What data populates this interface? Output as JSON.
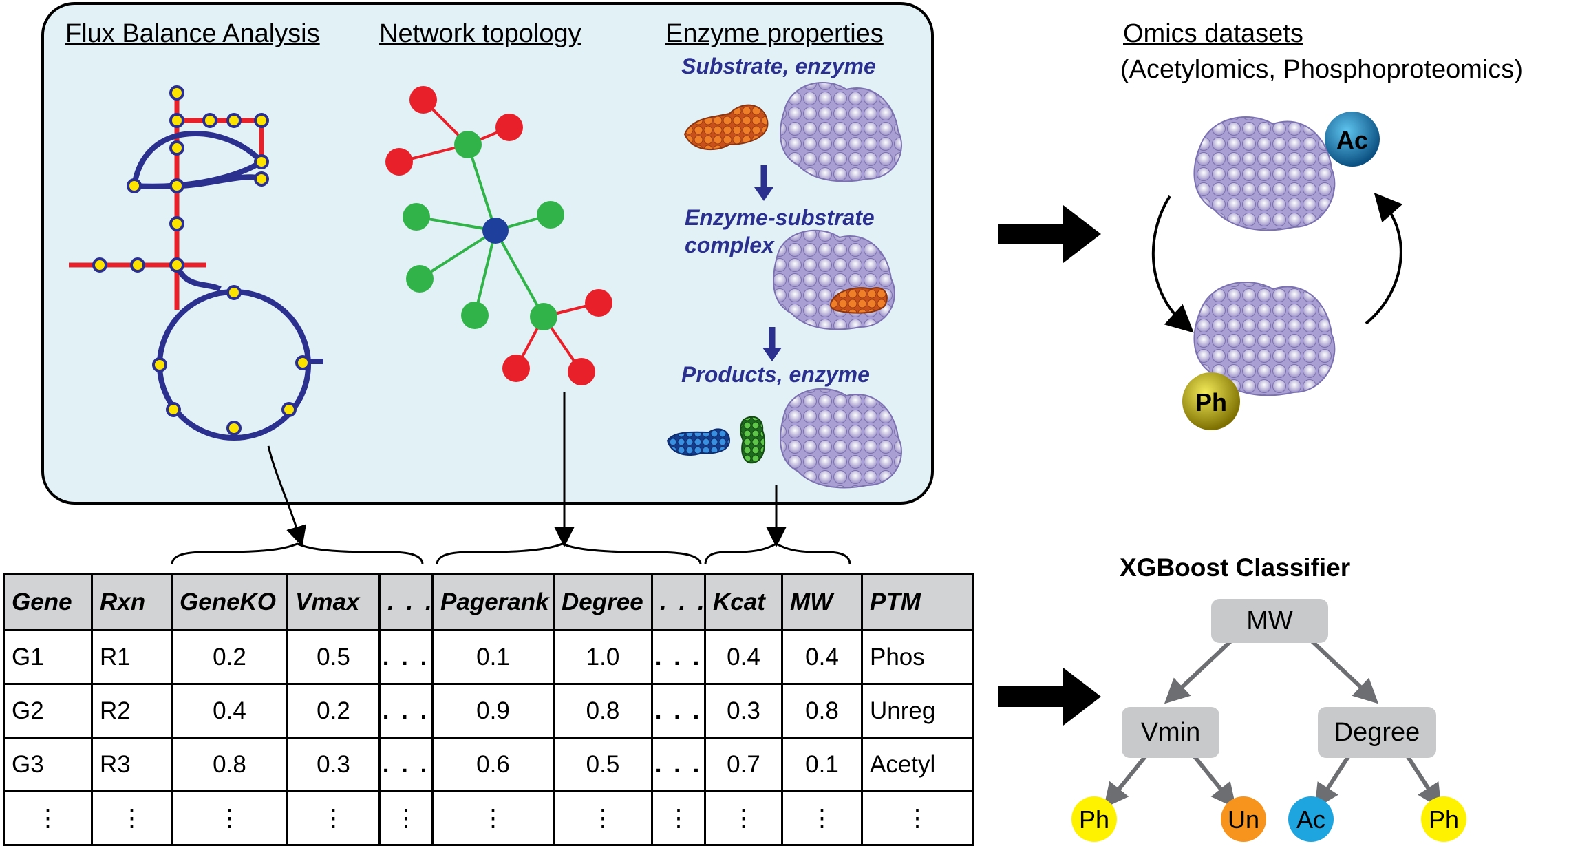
{
  "panel": {
    "headers": {
      "fba": "Flux Balance Analysis",
      "network": "Network topology",
      "enzyme": "Enzyme properties"
    },
    "enzyme_steps": {
      "step1": "Substrate, enzyme",
      "step2_line1": "Enzyme-substrate",
      "step2_line2": "complex",
      "step3": "Products, enzyme"
    }
  },
  "omics": {
    "title": "Omics datasets",
    "subtitle": "(Acetylomics, Phosphoproteomics)",
    "ac_label": "Ac",
    "ph_label": "Ph"
  },
  "table": {
    "headers": [
      "Gene",
      "Rxn",
      "GeneKO",
      "Vmax",
      ". . .",
      "Pagerank",
      "Degree",
      ". . .",
      "Kcat",
      "MW",
      "PTM"
    ],
    "rows": [
      [
        "G1",
        "R1",
        "0.2",
        "0.5",
        ". . .",
        "0.1",
        "1.0",
        ". . .",
        "0.4",
        "0.4",
        "Phos"
      ],
      [
        "G2",
        "R2",
        "0.4",
        "0.2",
        ". . .",
        "0.9",
        "0.8",
        ". . .",
        "0.3",
        "0.8",
        "Unreg"
      ],
      [
        "G3",
        "R3",
        "0.8",
        "0.3",
        ". . .",
        "0.6",
        "0.5",
        ". . .",
        "0.7",
        "0.1",
        "Acetyl"
      ],
      [
        "⋮",
        "⋮",
        "⋮",
        "⋮",
        "⋮",
        "⋮",
        "⋮",
        "⋮",
        "⋮",
        "⋮",
        "⋮"
      ]
    ]
  },
  "xgboost": {
    "title": "XGBoost Classifier",
    "root": "MW",
    "left": "Vmin",
    "right": "Degree",
    "leaves": [
      "Ph",
      "Un",
      "Ac",
      "Ph"
    ]
  },
  "colors": {
    "panel_bg": "#e2f1f6",
    "fba_blue": "#2b2f8e",
    "fba_red": "#e8202a",
    "node_yellow": "#fce300",
    "net_red": "#e8202a",
    "net_green": "#32b34a",
    "net_blue": "#1e3f9b",
    "leaf_yellow": "#fff200",
    "leaf_orange": "#f7941d",
    "leaf_cyan": "#1ea5df",
    "tree_box": "#c8c9cb"
  }
}
